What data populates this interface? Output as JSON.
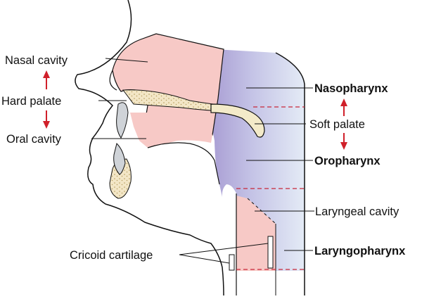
{
  "labels": {
    "nasal_cavity": "Nasal cavity",
    "hard_palate": "Hard palate",
    "oral_cavity": "Oral cavity",
    "cricoid_cartilage": "Cricoid cartilage",
    "nasopharynx": "Nasopharynx",
    "soft_palate": "Soft palate",
    "oropharynx": "Oropharynx",
    "laryngeal_cavity": "Laryngeal cavity",
    "laryngopharynx": "Laryngopharynx"
  },
  "colors": {
    "nasal_pink": "#f7c9c6",
    "pharynx_blue_dark": "#a79bd2",
    "pharynx_blue_light": "#dbe4f3",
    "palate_bone": "#f5eacb",
    "arrow_red": "#d0202a",
    "dashed_red": "#c8283a",
    "outline": "#111111"
  }
}
